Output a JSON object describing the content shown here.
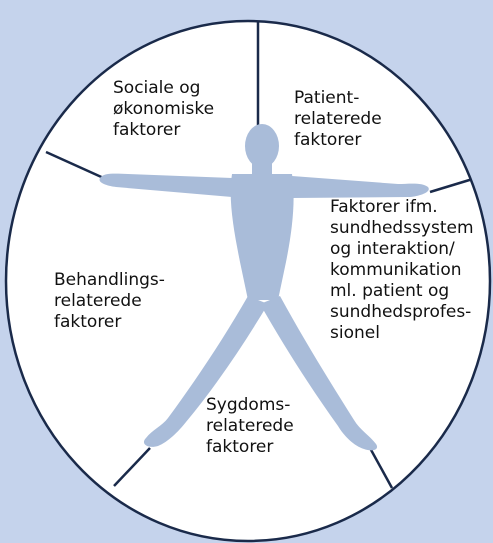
{
  "diagram": {
    "colors": {
      "background": "#c5d3ec",
      "circle_fill": "#ffffff",
      "circle_stroke": "#1a2a4a",
      "divider": "#1a2a4a",
      "figure": "#a9bcd9",
      "text": "#111111"
    },
    "segments": [
      {
        "id": "social",
        "lines": [
          "Sociale og",
          "økonomiske",
          "faktorer"
        ]
      },
      {
        "id": "patient",
        "lines": [
          "Patient-",
          "relaterede",
          "faktorer"
        ]
      },
      {
        "id": "system",
        "lines": [
          "Faktorer ifm.",
          "sundhedssystem",
          "og interaktion/",
          "kommunikation",
          "ml. patient og",
          "sundhedsprofes-",
          "sionel"
        ]
      },
      {
        "id": "treatment",
        "lines": [
          "Behandlings-",
          "relaterede",
          "faktorer"
        ]
      },
      {
        "id": "disease",
        "lines": [
          "Sygdoms-",
          "relaterede",
          "faktorer"
        ]
      }
    ]
  }
}
